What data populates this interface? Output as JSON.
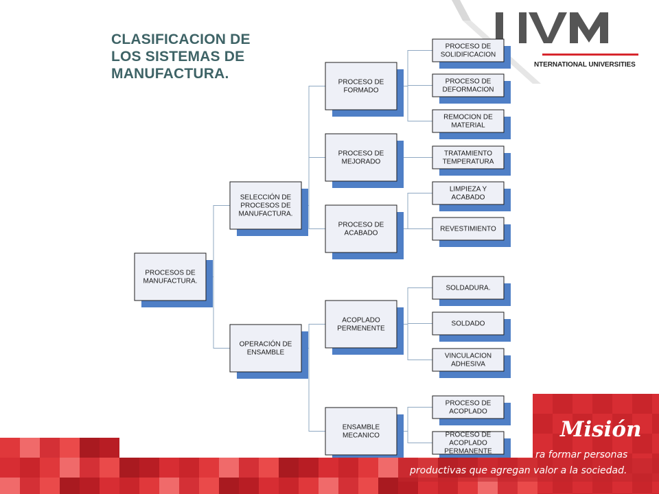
{
  "title_lines": [
    "CLASIFICACION DE",
    "LOS SISTEMAS DE",
    "MANUFACTURA."
  ],
  "logo": {
    "brand": "UVM",
    "tagline": "NTERNATIONAL UNIVERSITIES"
  },
  "colors": {
    "box_shadow": "#4f7fc6",
    "title": "#3e6366",
    "brand_red": "#d7262d"
  },
  "nodes": [
    {
      "id": "procesos-manufactura",
      "lines": [
        "PROCESOS DE",
        "MANUFACTURA."
      ]
    },
    {
      "id": "seleccion-procesos",
      "lines": [
        "SELECCIÓN DE",
        "PROCESOS DE",
        "MANUFACTURA."
      ]
    },
    {
      "id": "operacion-ensamble",
      "lines": [
        "OPERACIÓN DE",
        "ENSAMBLE"
      ]
    },
    {
      "id": "proceso-formado",
      "lines": [
        "PROCESO DE",
        "FORMADO"
      ]
    },
    {
      "id": "proceso-mejorado",
      "lines": [
        "PROCESO DE",
        "MEJORADO"
      ]
    },
    {
      "id": "proceso-acabado",
      "lines": [
        "PROCESO DE",
        "ACABADO"
      ]
    },
    {
      "id": "acoplado-permanente",
      "lines": [
        "ACOPLADO",
        "PERMENENTE"
      ]
    },
    {
      "id": "ensamble-mecanico",
      "lines": [
        "ENSAMBLE",
        "MECANICO"
      ]
    },
    {
      "id": "solidificacion",
      "lines": [
        "PROCESO DE",
        "SOLIDIFICACION"
      ]
    },
    {
      "id": "deformacion",
      "lines": [
        "PROCESO DE",
        "DEFORMACION"
      ]
    },
    {
      "id": "remocion-material",
      "lines": [
        "REMOCION DE",
        "MATERIAL"
      ]
    },
    {
      "id": "tratamiento-temperatura",
      "lines": [
        "TRATAMIENTO",
        "TEMPERATURA"
      ]
    },
    {
      "id": "limpieza-acabado",
      "lines": [
        "LIMPIEZA Y",
        "ACABADO"
      ]
    },
    {
      "id": "revestimiento",
      "lines": [
        "REVESTIMIENTO"
      ]
    },
    {
      "id": "soldadura",
      "lines": [
        "SOLDADURA."
      ]
    },
    {
      "id": "soldado",
      "lines": [
        "SOLDADO"
      ]
    },
    {
      "id": "vinculacion-adhesiva",
      "lines": [
        "VINCULACION",
        "ADHESIVA"
      ]
    },
    {
      "id": "proceso-acoplado",
      "lines": [
        "PROCESO DE",
        "ACOPLADO"
      ]
    },
    {
      "id": "acoplado-permanente-leaf",
      "lines": [
        "PROCESO DE",
        "ACOPLADO",
        "PERMANENTE"
      ]
    }
  ],
  "edges": [
    [
      "procesos-manufactura",
      "seleccion-procesos"
    ],
    [
      "procesos-manufactura",
      "operacion-ensamble"
    ],
    [
      "seleccion-procesos",
      "proceso-formado"
    ],
    [
      "seleccion-procesos",
      "proceso-mejorado"
    ],
    [
      "seleccion-procesos",
      "proceso-acabado"
    ],
    [
      "operacion-ensamble",
      "acoplado-permanente"
    ],
    [
      "operacion-ensamble",
      "ensamble-mecanico"
    ],
    [
      "proceso-formado",
      "solidificacion"
    ],
    [
      "proceso-formado",
      "deformacion"
    ],
    [
      "proceso-formado",
      "remocion-material"
    ],
    [
      "proceso-mejorado",
      "tratamiento-temperatura"
    ],
    [
      "proceso-acabado",
      "limpieza-acabado"
    ],
    [
      "proceso-acabado",
      "revestimiento"
    ],
    [
      "acoplado-permanente",
      "soldadura"
    ],
    [
      "acoplado-permanente",
      "soldado"
    ],
    [
      "acoplado-permanente",
      "vinculacion-adhesiva"
    ],
    [
      "ensamble-mecanico",
      "proceso-acoplado"
    ],
    [
      "ensamble-mecanico",
      "acoplado-permanente-leaf"
    ]
  ],
  "mission": {
    "heading": "Misión",
    "line1": "ra formar personas",
    "line2": "productivas que agregan valor a la sociedad."
  }
}
